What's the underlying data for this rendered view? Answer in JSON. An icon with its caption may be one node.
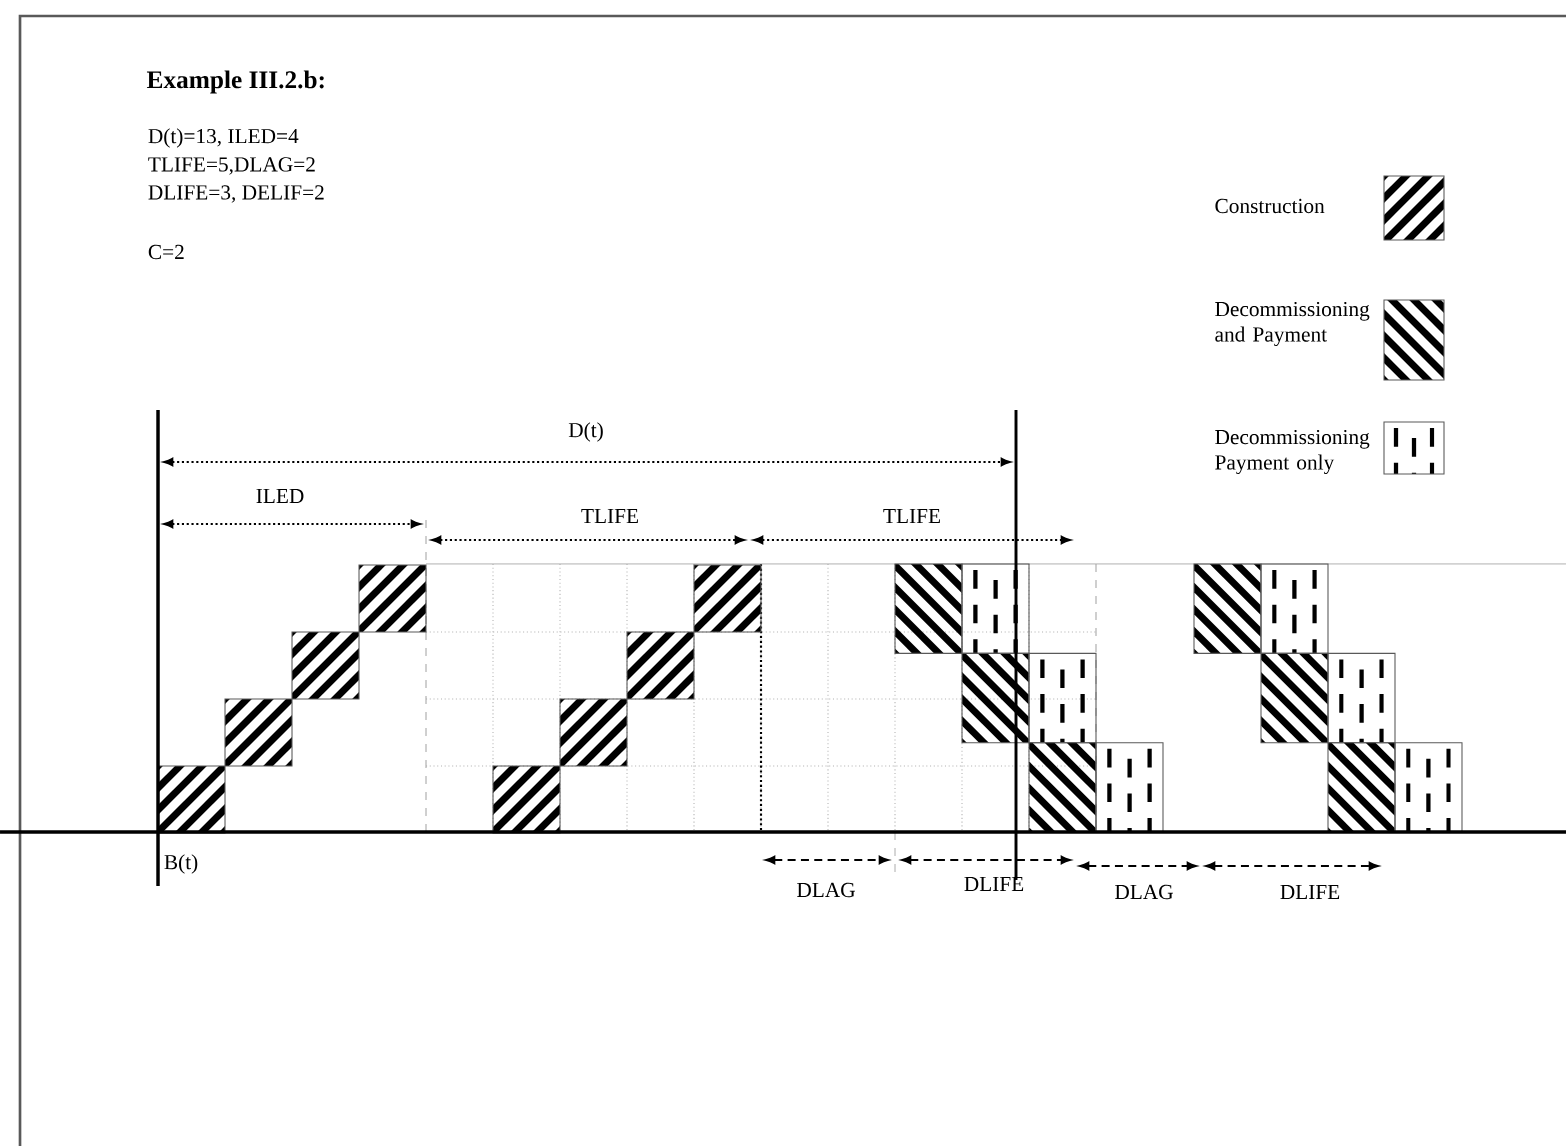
{
  "diagram": {
    "title": "Example III.2.b:",
    "labels": [
      "D(t)=13, ILED=4",
      "TLIFE=5,DLAG=2",
      "DLIFE=3, DELIF=2",
      "C=2",
      "D(t)",
      "ILED",
      "TLIFE",
      "TLIFE",
      "B(t)",
      "DLAG",
      "DLIFE",
      "DLAG",
      "DLIFE"
    ],
    "legend": [
      {
        "text": "Construction"
      },
      {
        "text": "Decommissioning and Payment"
      },
      {
        "text": "Decommissioning Payment only"
      }
    ]
  }
}
